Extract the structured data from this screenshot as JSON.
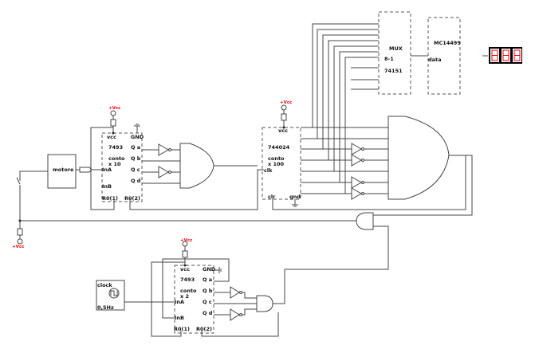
{
  "counter1": {
    "vcc": "vcc",
    "gnd": "GND",
    "chip": "7493",
    "qa": "Q a",
    "qb": "Q b",
    "qc": "Q c",
    "qd": "Q d",
    "conto": "conto",
    "mult": "x 10",
    "ina": "InA",
    "inb": "InB",
    "r01": "R0(1)",
    "r02": "R0(2)"
  },
  "counter2": {
    "vcc": "vcc",
    "chip": "744024",
    "conto": "conto",
    "mult": "x 100",
    "clk": "clk",
    "clr": "clr",
    "gnd": "gnd"
  },
  "counter3": {
    "vcc": "vcc",
    "gnd": "GND",
    "chip": "7493",
    "qa": "Q a",
    "qb": "Q b",
    "qc": "Q c",
    "qd": "Q d",
    "conto": "conto",
    "mult": "x 2",
    "ina": "InA",
    "inb": "InB",
    "r01": "R0(1)",
    "r02": "R0(2)"
  },
  "supply_label": "+Vcc",
  "motor": "motore",
  "mux": {
    "name": "MUX",
    "type": "8-1",
    "chip": "74151"
  },
  "driver": {
    "chip": "MC14499",
    "data": "data"
  },
  "clock": {
    "label": "clock",
    "freq": "0,5Hz"
  },
  "display": {
    "digits": 3,
    "color": "#ee0000"
  }
}
